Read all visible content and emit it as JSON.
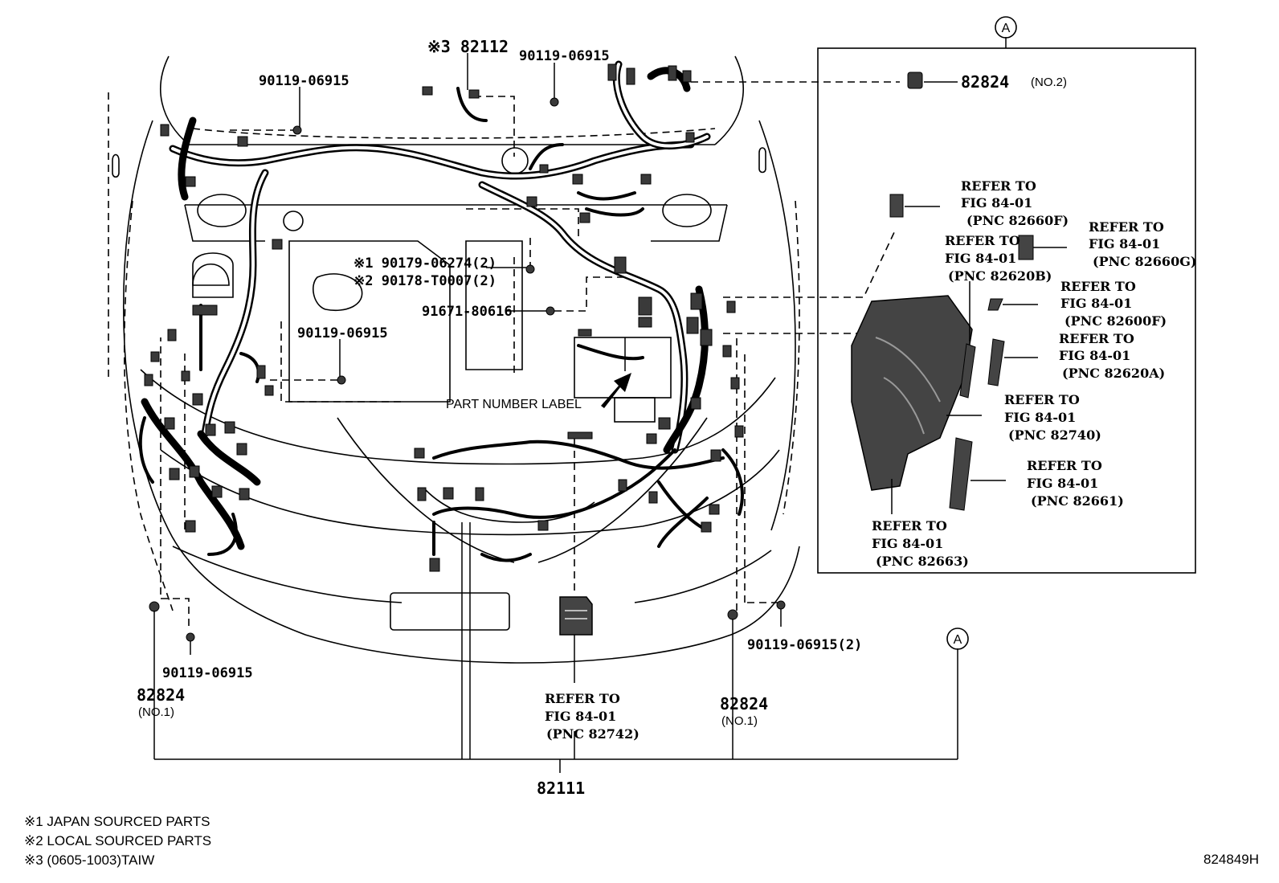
{
  "callout_top": "Ⓐ",
  "callout_bottom": "Ⓐ",
  "labels": {
    "p82112": "※3 82112",
    "p90119_top_left": "90119-06915",
    "p90119_top_mid": "90119-06915",
    "p82824_no2": "82824",
    "p82824_no2_suffix": "(NO.2)",
    "p90179": "※1 90179-06274(2)",
    "p90178": "※2 90178-T0007(2)",
    "p91671": "91671-80616",
    "p90119_mid_left": "90119-06915",
    "part_number_label": "PART NUMBER LABEL",
    "p90119_bottom_left": "90119-06915",
    "p82824_left": "82824",
    "p82824_left_suffix": "(NO.1)",
    "p90119_bottom_right": "90119-06915(2)",
    "p82824_right": "82824",
    "p82824_right_suffix": "(NO.1)",
    "p82111": "82111",
    "diagram_id": "824849H"
  },
  "refs": {
    "r82742": {
      "l1": "REFER TO",
      "l2": "FIG 84-01",
      "l3": "(PNC 82742)"
    },
    "r82660F": {
      "l1": "REFER TO",
      "l2": "FIG 84-01",
      "l3": "(PNC 82660F)"
    },
    "r82660G": {
      "l1": "REFER TO",
      "l2": "FIG 84-01",
      "l3": "(PNC 82660G)"
    },
    "r82620B": {
      "l1": "REFER TO",
      "l2": "FIG 84-01",
      "l3": "(PNC 82620B)"
    },
    "r82600F": {
      "l1": "REFER TO",
      "l2": "FIG 84-01",
      "l3": "(PNC 82600F)"
    },
    "r82620A": {
      "l1": "REFER TO",
      "l2": "FIG 84-01",
      "l3": "(PNC 82620A)"
    },
    "r82740": {
      "l1": "REFER TO",
      "l2": "FIG 84-01",
      "l3": "(PNC 82740)"
    },
    "r82661": {
      "l1": "REFER TO",
      "l2": "FIG 84-01",
      "l3": "(PNC 82661)"
    },
    "r82663": {
      "l1": "REFER TO",
      "l2": "FIG 84-01",
      "l3": "(PNC 82663)"
    }
  },
  "notes": [
    "※1 JAPAN SOURCED PARTS",
    "※2 LOCAL SOURCED PARTS",
    "※3 (0605-1003)TAIW"
  ]
}
